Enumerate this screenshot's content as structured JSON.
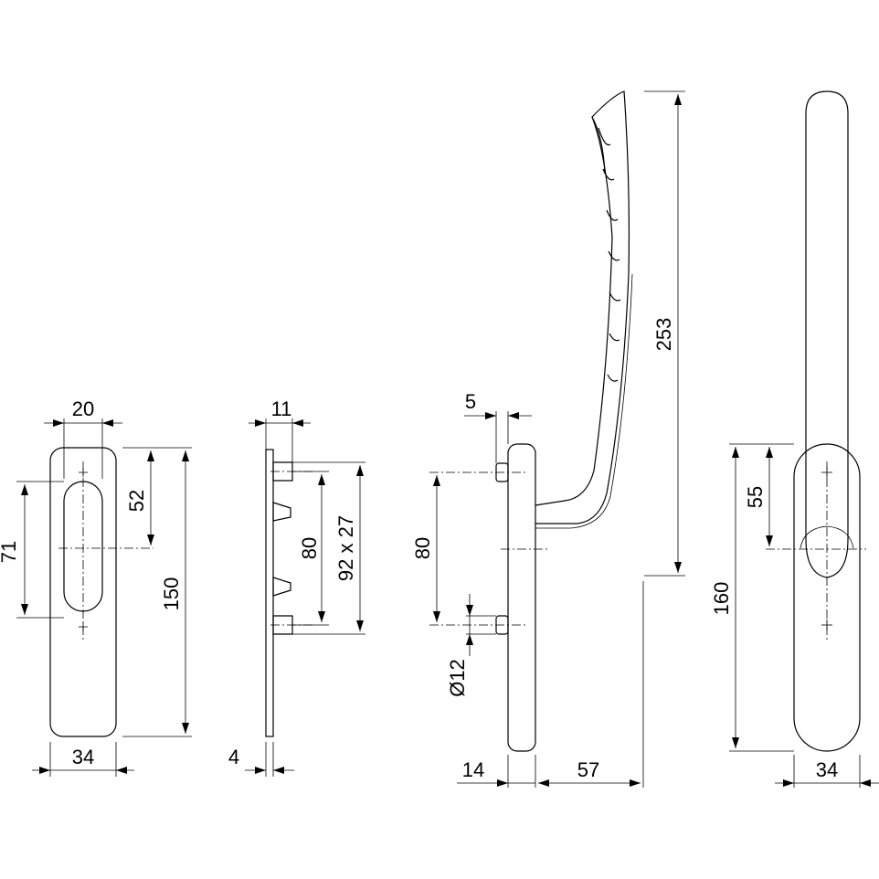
{
  "dimensions": {
    "rosette_hole_width": "20",
    "rosette_hole_length": "71",
    "rosette_top_to_center": "52",
    "rosette_height": "150",
    "rosette_width": "34",
    "side_offset": "11",
    "screw_spacing_side": "80",
    "screws": "92 x 27",
    "plate_thickness": "4",
    "spindle_offset": "5",
    "screw_spacing_handle": "80",
    "spindle_diameter": "Ø12",
    "handle_height": "253",
    "base_thickness": "14",
    "handle_projection": "57",
    "front_top_to_center": "55",
    "front_height": "160",
    "front_width": "34"
  }
}
